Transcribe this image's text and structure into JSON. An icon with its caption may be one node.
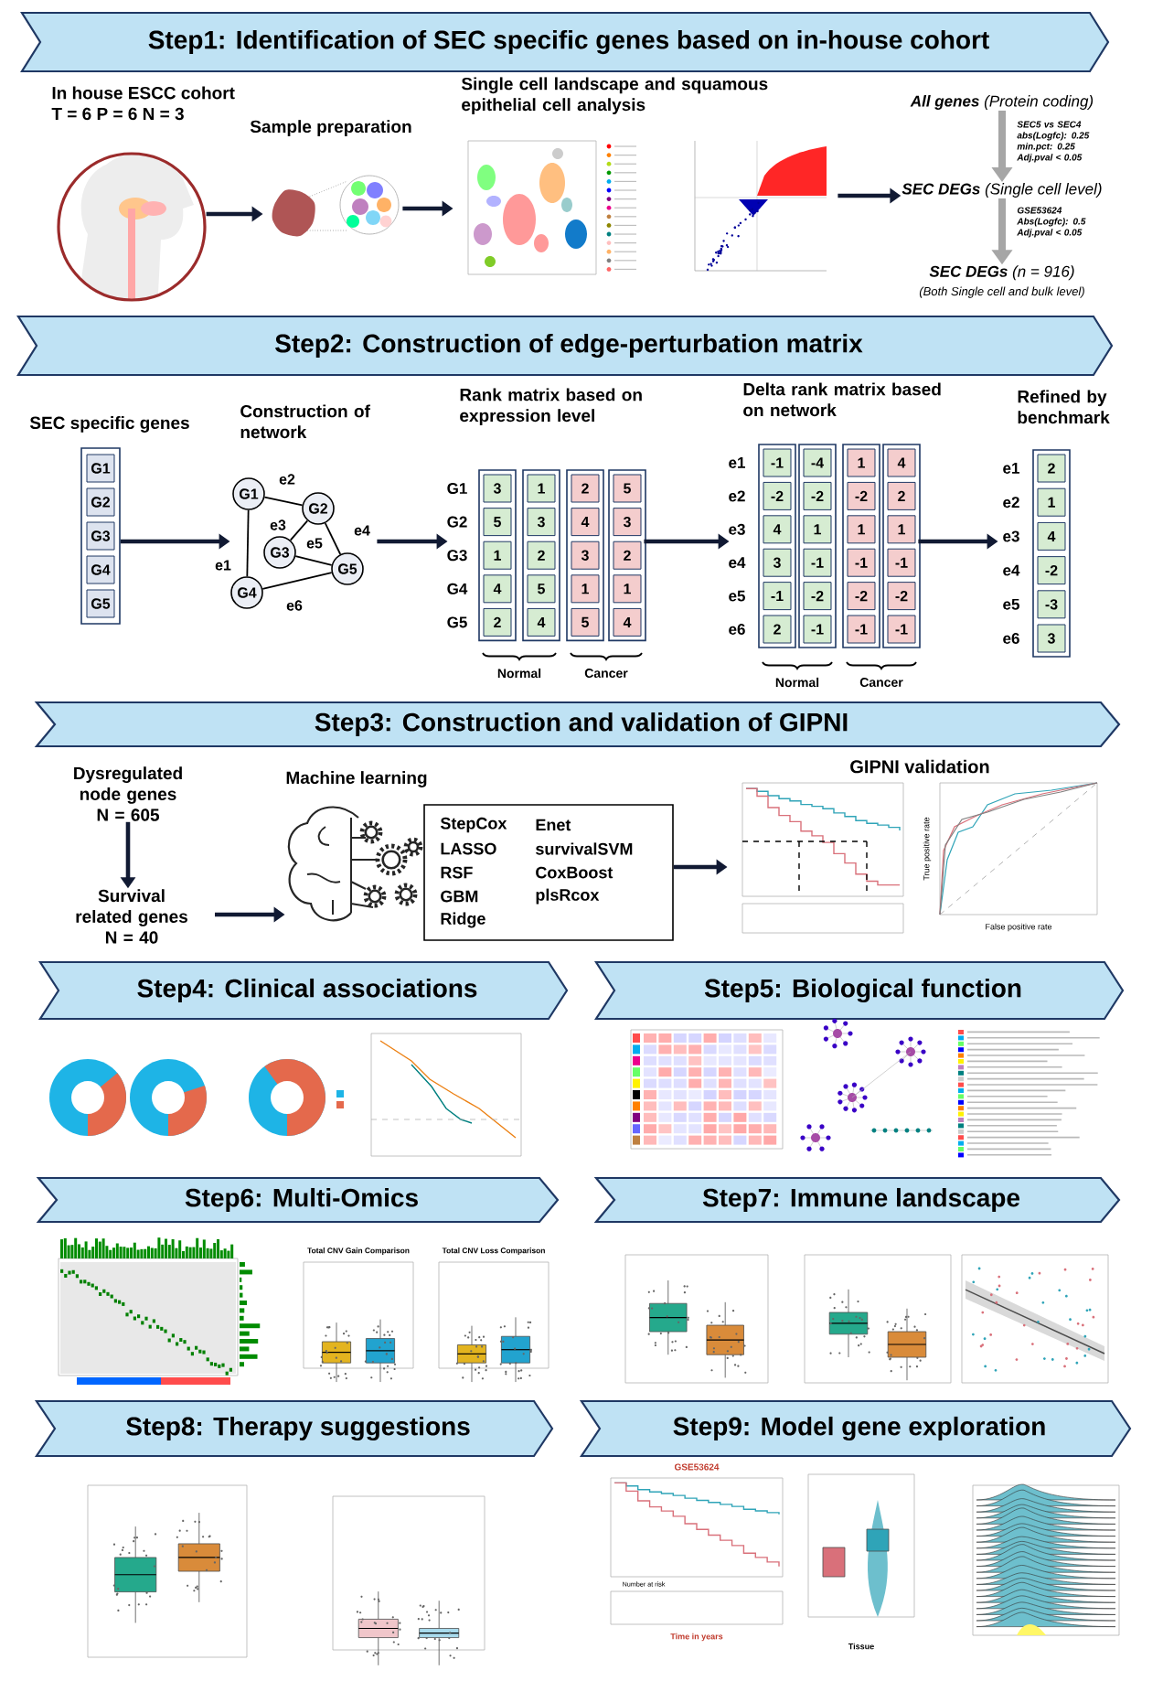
{
  "diagram": {
    "nodes": [
      {
        "text": [
          "Step1: Identification of SEC specific genes based on in-house cohort"
        ]
      },
      {
        "text": [
          "In house ESCC cohort",
          "T = 6 P = 6 N = 3"
        ]
      },
      {
        "text": [
          "Sample preparation"
        ]
      },
      {
        "text": [
          "Single cell landscape and squamous epithelial cell analysis"
        ]
      },
      {
        "text": [
          "**All genes** (Protein coding)"
        ]
      },
      {
        "text": [
          "**SEC DEGs** (Single cell level)"
        ]
      },
      {
        "text": [
          "**SEC DEGs** (n = 916)",
          "(Both Single cell and bulk level)"
        ]
      },
      {
        "text": [
          "Step2: Construction of edge-perturbation matrix"
        ]
      },
      {
        "text": [
          "SEC specific genes"
        ]
      },
      {
        "text": [
          "Construction of network"
        ]
      },
      {
        "text": [
          "G1"
        ],
        "in": 9
      },
      {
        "text": [
          "G2"
        ],
        "in": 9
      },
      {
        "text": [
          "G3"
        ],
        "in": 9
      },
      {
        "text": [
          "G4"
        ],
        "in": 9
      },
      {
        "text": [
          "G5"
        ],
        "in": 9
      },
      {
        "text": [
          "Rank matrix based on expression level"
        ]
      },
      {
        "text": [
          "Delta rank matrix based on network"
        ]
      },
      {
        "text": [
          "Refined by benchmark"
        ]
      },
      {
        "text": [
          "Step3: Construction and validation of GIPNI"
        ]
      },
      {
        "text": [
          "Dysregulated node genes",
          "N = 605"
        ]
      },
      {
        "text": [
          "Survival related genes",
          "N = 40"
        ]
      },
      {
        "text": [
          "Machine learning"
        ]
      },
      {
        "text": [
          "StepCox",
          "Enet",
          "LASSO",
          "survivalSVM",
          "RSF",
          "CoxBoost",
          "GBM",
          "plsRcox",
          "Ridge"
        ]
      },
      {
        "text": [
          "GIPNI validation"
        ]
      },
      {
        "text": [
          "Step4: Clinical associations"
        ]
      },
      {
        "text": [
          "Step5: Biological function"
        ]
      },
      {
        "text": [
          "Step6: Multi-Omics"
        ]
      },
      {
        "text": [
          "Step7: Immune landscape"
        ]
      },
      {
        "text": [
          "Step8: Therapy suggestions"
        ]
      },
      {
        "text": [
          "Step9: Model gene exploration"
        ]
      }
    ],
    "edges": [
      {
        "from": 1,
        "to": 2,
        "arrow": "to"
      },
      {
        "from": 2,
        "to": 3,
        "arrow": "to"
      },
      {
        "from": 3,
        "to": 5,
        "arrow": "to"
      },
      {
        "from": 4,
        "to": 5,
        "arrow": "to",
        "label": "SEC5 vs SEC4 abs(Logfc): 0.25 min.pct: 0.25 Adj.pval < 0.05",
        "color": "#a6a6a6"
      },
      {
        "from": 5,
        "to": 6,
        "arrow": "to",
        "label": "GSE53624 Abs(Logfc): 0.5 Adj.pval < 0.05",
        "color": "#a6a6a6"
      },
      {
        "from": 8,
        "to": 9,
        "arrow": "to"
      },
      {
        "from": 10,
        "to": 13,
        "arrow": "none",
        "label": "e1"
      },
      {
        "from": 10,
        "to": 11,
        "arrow": "none",
        "label": "e2"
      },
      {
        "from": 11,
        "to": 12,
        "arrow": "none",
        "label": "e3"
      },
      {
        "from": 11,
        "to": 14,
        "arrow": "none",
        "label": "e4"
      },
      {
        "from": 12,
        "to": 14,
        "arrow": "none",
        "label": "e5"
      },
      {
        "from": 13,
        "to": 14,
        "arrow": "none",
        "label": "e6"
      },
      {
        "from": 9,
        "to": 15,
        "arrow": "to"
      },
      {
        "from": 15,
        "to": 16,
        "arrow": "to"
      },
      {
        "from": 16,
        "to": 17,
        "arrow": "to"
      },
      {
        "from": 19,
        "to": 20,
        "arrow": "to"
      },
      {
        "from": 20,
        "to": 21,
        "arrow": "to"
      },
      {
        "from": 22,
        "to": 23,
        "arrow": "to"
      }
    ],
    "labels": [
      "G1",
      "G2",
      "G3",
      "G4",
      "G5",
      "G1",
      "3",
      "1",
      "2",
      "5",
      "G2",
      "5",
      "3",
      "4",
      "3",
      "G3",
      "1",
      "2",
      "3",
      "2",
      "G4",
      "4",
      "5",
      "1",
      "1",
      "G5",
      "2",
      "4",
      "5",
      "4",
      "Normal",
      "Cancer",
      "e1",
      "-1",
      "-4",
      "1",
      "4",
      "e2",
      "-2",
      "-2",
      "-2",
      "2",
      "e3",
      "4",
      "1",
      "1",
      "1",
      "e4",
      "3",
      "-1",
      "-1",
      "-1",
      "e5",
      "-1",
      "-2",
      "-2",
      "-2",
      "e6",
      "2",
      "-1",
      "-1",
      "-1",
      "Normal",
      "Cancer",
      "e1",
      "2",
      "e2",
      "1",
      "e3",
      "4",
      "e4",
      "-2",
      "e5",
      "-3",
      "e6",
      "3",
      "True positive rate",
      "False positive rate",
      "Total CNV Gain Comparison",
      "Total CNV Loss Comparison",
      "GSE53624",
      "Number at risk",
      "Time in years",
      "Tissue"
    ]
  }
}
